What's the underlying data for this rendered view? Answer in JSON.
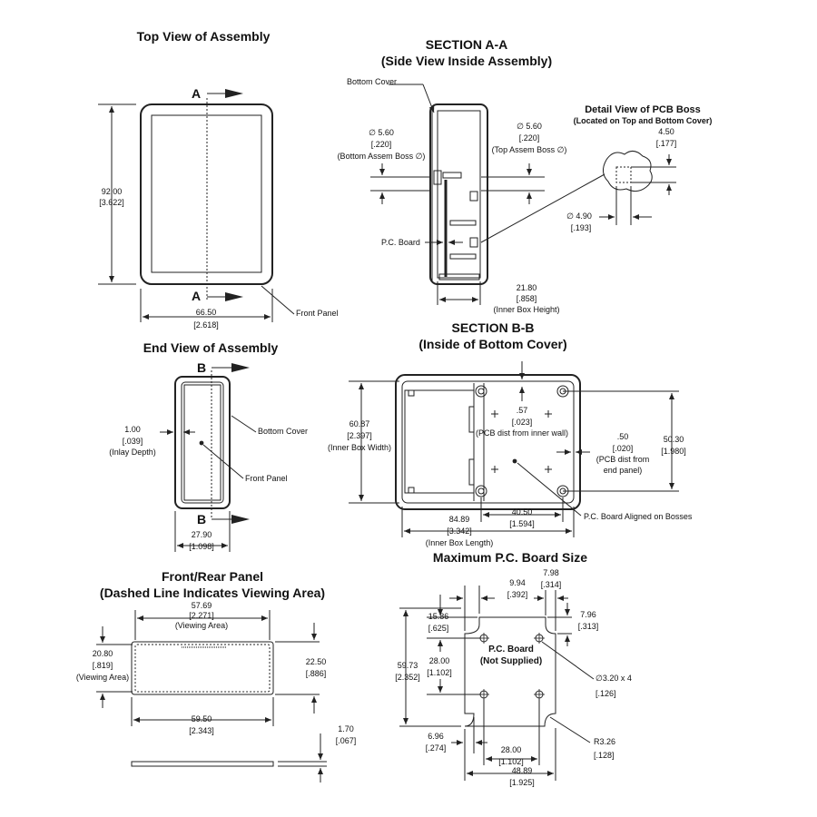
{
  "views": {
    "top": {
      "title": "Top View of Assembly",
      "section_label": "A",
      "width": "66.50",
      "width_in": "[2.618]",
      "height": "92.00",
      "height_in": "[3.622]",
      "front_panel": "Front Panel"
    },
    "section_aa": {
      "title_1": "SECTION A-A",
      "title_2": "(Side View Inside Assembly)",
      "bottom_cover": "Bottom Cover",
      "bottom_boss": "∅ 5.60",
      "bottom_boss_in": "[.220]",
      "bottom_boss_note": "(Bottom Assem Boss ∅)",
      "top_boss": "∅ 5.60",
      "top_boss_in": "[.220]",
      "top_boss_note": "(Top Assem Boss ∅)",
      "pcb": "P.C. Board",
      "inner_height": "21.80",
      "inner_height_in": "[.858]",
      "inner_height_note": "(Inner Box Height)"
    },
    "detail_boss": {
      "title": "Detail View of PCB Boss",
      "note": "(Located on Top and Bottom Cover)",
      "height": "4.50",
      "height_in": "[.177]",
      "dia": "∅ 4.90",
      "dia_in": "[.193]"
    },
    "end": {
      "title": "End View of Assembly",
      "section_label": "B",
      "inlay": "1.00",
      "inlay_in": "[.039]",
      "inlay_note": "(Inlay Depth)",
      "bottom_cover": "Bottom Cover",
      "front_panel": "Front Panel",
      "width": "27.90",
      "width_in": "[1.098]"
    },
    "section_bb": {
      "title_1": "SECTION B-B",
      "title_2": "(Inside of Bottom Cover)",
      "inner_width": "60.87",
      "inner_width_in": "[2.397]",
      "inner_width_note": "(Inner Box Width)",
      "pcb_wall": ".57",
      "pcb_wall_in": "[.023]",
      "pcb_wall_note": "(PCB dist from inner wall)",
      "pcb_end": ".50",
      "pcb_end_in": "[.020]",
      "pcb_end_note_1": "(PCB dist from",
      "pcb_end_note_2": "end panel)",
      "boss_span": "50.30",
      "boss_span_in": "[1.980]",
      "boss_pitch": "40.50",
      "boss_pitch_in": "[1.594]",
      "inner_length": "84.89",
      "inner_length_in": "[3.342]",
      "inner_length_note": "(Inner Box Length)",
      "aligned": "P.C. Board Aligned on Bosses"
    },
    "panel": {
      "title_1": "Front/Rear Panel",
      "title_2": "(Dashed Line Indicates Viewing Area)",
      "view_w": "57.69",
      "view_w_in": "[2.271]",
      "view_w_note": "(Viewing Area)",
      "view_h": "20.80",
      "view_h_in": "[.819]",
      "view_h_note": "(Viewing Area)",
      "height": "22.50",
      "height_in": "[.886]",
      "width": "59.50",
      "width_in": "[2.343]",
      "thick": "1.70",
      "thick_in": "[.067]"
    },
    "pcb_max": {
      "title": "Maximum P.C. Board Size",
      "d_994": "9.94",
      "d_994_in": "[.392]",
      "d_798": "7.98",
      "d_798_in": "[.314]",
      "d_1586": "15.86",
      "d_1586_in": "[.625]",
      "d_796": "7.96",
      "d_796_in": "[.313]",
      "d_5973": "59.73",
      "d_5973_in": "[2.352]",
      "d_2800v": "28.00",
      "d_2800v_in": "[1.102]",
      "board_1": "P.C. Board",
      "board_2": "(Not Supplied)",
      "holes": "∅3.20 x 4",
      "holes_in": "[.126]",
      "d_696": "6.96",
      "d_696_in": "[.274]",
      "d_2800h": "28.00",
      "d_2800h_in": "[1.102]",
      "radius": "R3.26",
      "radius_in": "[.128]",
      "d_4889": "48.89",
      "d_4889_in": "[1.925]"
    }
  }
}
